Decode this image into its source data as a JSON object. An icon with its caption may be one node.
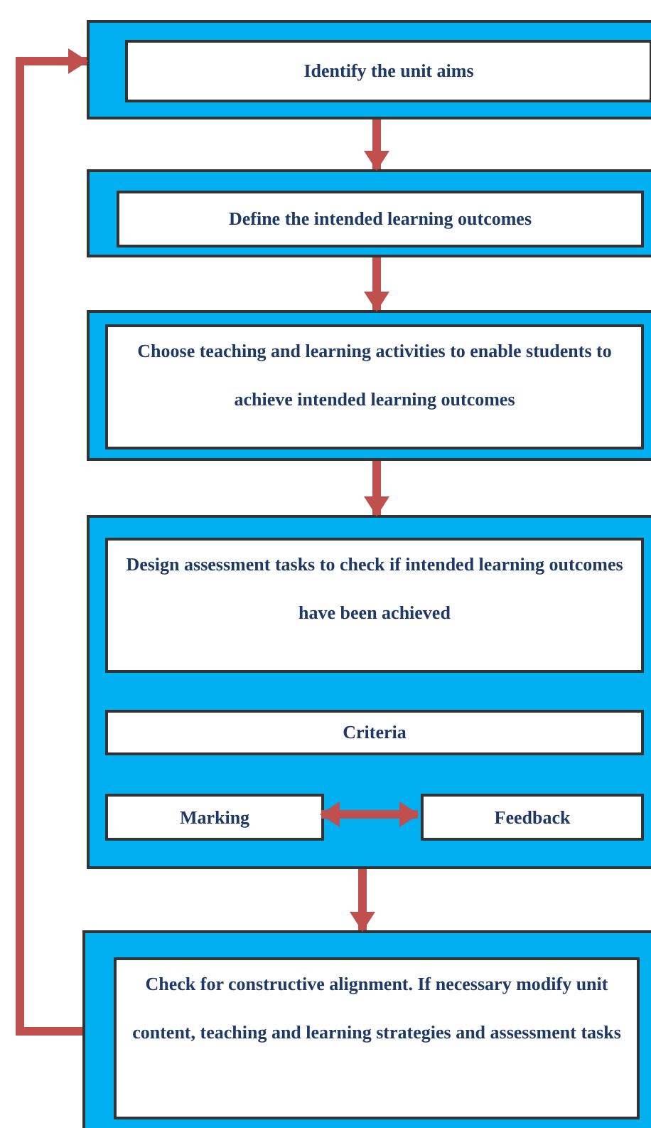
{
  "diagram": {
    "nodes": [
      {
        "text": [],
        "shape": "box"
      },
      {
        "text": [
          "Identify the unit aims"
        ],
        "in": 0
      },
      {
        "text": [],
        "shape": "box"
      },
      {
        "text": [
          "Define the intended learning outcomes"
        ],
        "in": 2
      },
      {
        "text": [],
        "shape": "box"
      },
      {
        "text": [
          "Choose teaching and learning activities to enable students to achieve intended learning outcomes"
        ],
        "in": 4
      },
      {
        "text": [],
        "shape": "box"
      },
      {
        "text": [
          "Design assessment tasks to check if intended learning outcomes have been achieved"
        ],
        "in": 6
      },
      {
        "text": [
          "Criteria"
        ],
        "in": 6
      },
      {
        "text": [
          "Marking"
        ],
        "in": 6
      },
      {
        "text": [
          "Feedback"
        ],
        "in": 6
      },
      {
        "text": [],
        "shape": "box"
      },
      {
        "text": [
          "Check for constructive alignment. If necessary modify unit content, teaching and learning strategies and assessment tasks"
        ],
        "in": 11
      }
    ],
    "edges": [
      {
        "from": 0,
        "to": 2,
        "arrow": "to"
      },
      {
        "from": 2,
        "to": 4,
        "arrow": "to"
      },
      {
        "from": 4,
        "to": 6,
        "arrow": "to"
      },
      {
        "from": 9,
        "to": 10,
        "arrow": "both"
      },
      {
        "from": 6,
        "to": 11,
        "arrow": "to"
      },
      {
        "from": 11,
        "to": 0,
        "arrow": "to"
      }
    ]
  }
}
